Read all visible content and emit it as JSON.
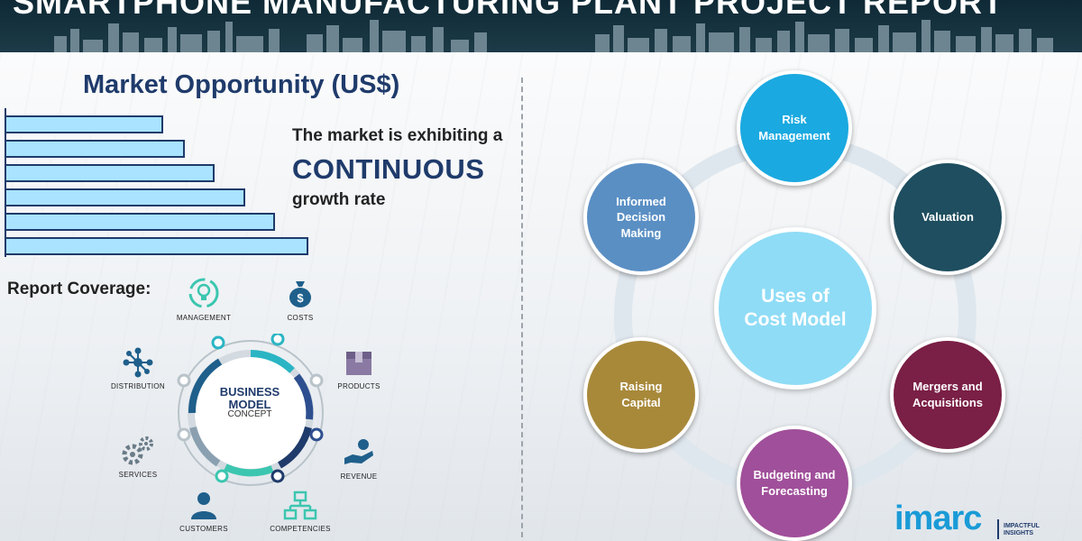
{
  "banner": {
    "title": "SMARTPHONE MANUFACTURING PLANT PROJECT REPORT"
  },
  "market": {
    "title": "Market Opportunity (US$)",
    "line1": "The market is exhibiting a",
    "line2": "CONTINUOUS",
    "line3": "growth rate",
    "bar_color": "#a9e3ff",
    "bar_values": [
      0.52,
      0.59,
      0.69,
      0.79,
      0.89,
      1.0
    ]
  },
  "coverage": {
    "label": "Report Coverage:",
    "items": [
      {
        "label": "MANAGEMENT",
        "icon": "management-icon"
      },
      {
        "label": "COSTS",
        "icon": "money-bag-icon"
      },
      {
        "label": "PRODUCTS",
        "icon": "box-icon"
      },
      {
        "label": "REVENUE",
        "icon": "hand-coin-icon"
      },
      {
        "label": "COMPETENCIES",
        "icon": "hierarchy-icon"
      },
      {
        "label": "CUSTOMERS",
        "icon": "person-icon"
      },
      {
        "label": "SERVICES",
        "icon": "gears-icon"
      },
      {
        "label": "DISTRIBUTION",
        "icon": "network-icon"
      }
    ],
    "center": {
      "line1": "BUSINESS",
      "line2": "MODEL",
      "line3": "CONCEPT"
    }
  },
  "cost_model": {
    "center_line1": "Uses of",
    "center_line2": "Cost Model",
    "nodes": [
      {
        "label": "Risk Management",
        "color": "#1aa9e0"
      },
      {
        "label": "Valuation",
        "color": "#1e4e5f"
      },
      {
        "label": "Mergers and Acquisitions",
        "color": "#7a1f45"
      },
      {
        "label": "Budgeting and Forecasting",
        "color": "#a04f9a"
      },
      {
        "label": "Raising Capital",
        "color": "#a8893a"
      },
      {
        "label": "Informed Decision Making",
        "color": "#5a8fc4"
      }
    ]
  },
  "logo": {
    "word": "imarc",
    "tagline_1": "IMPACTFUL",
    "tagline_2": "INSIGHTS"
  }
}
